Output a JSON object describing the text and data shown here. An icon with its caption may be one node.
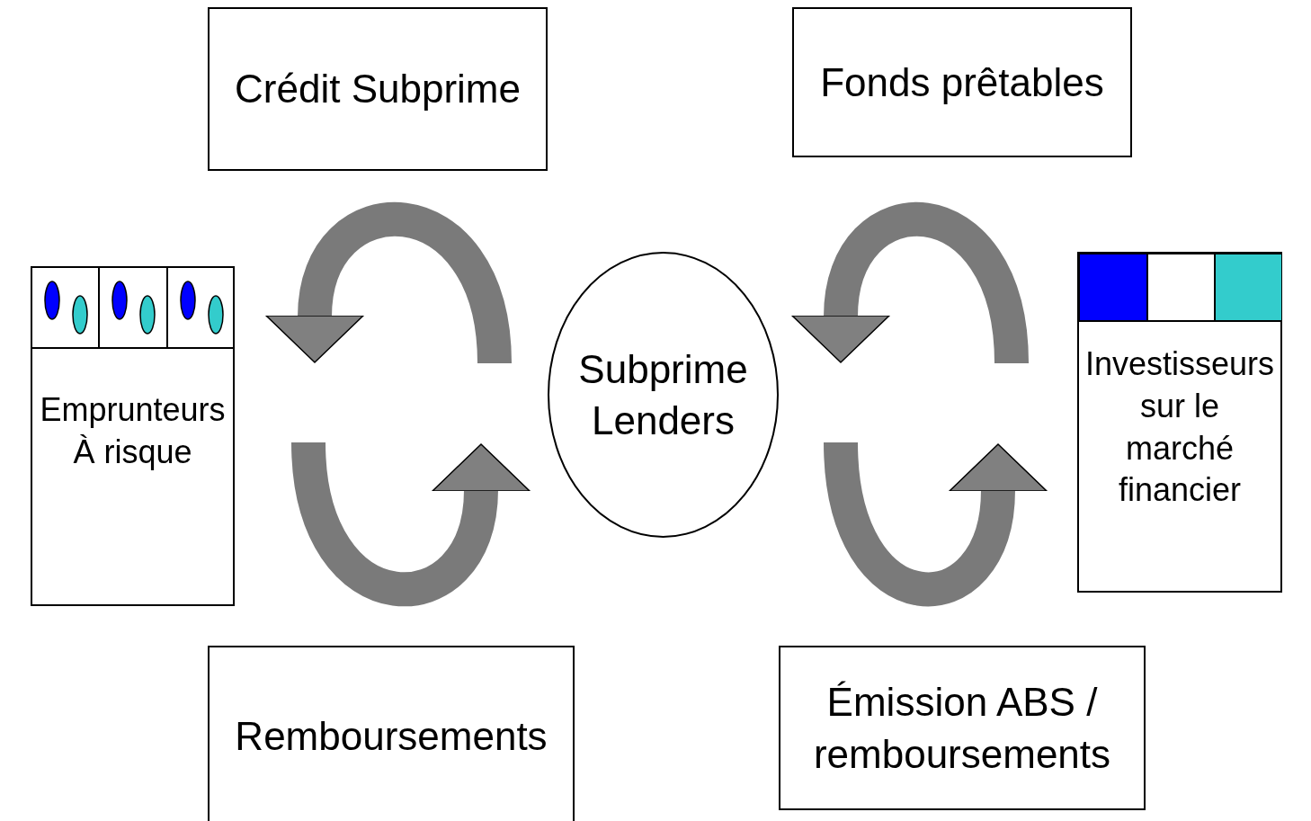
{
  "diagram": {
    "nodes": [
      {
        "text": [
          "Crédit Subprime"
        ]
      },
      {
        "text": [
          "Fonds prêtables"
        ]
      },
      {
        "text": [
          "Emprunteurs À risque"
        ]
      },
      {
        "text": [
          "Subprime Lenders"
        ]
      },
      {
        "text": [
          "Investisseurs sur le marché financier"
        ]
      },
      {
        "text": [
          "Remboursements"
        ]
      },
      {
        "text": [
          "Émission ABS / remboursements"
        ]
      }
    ],
    "edges": [
      {
        "from": 3,
        "to": 2,
        "arrow": "to"
      },
      {
        "from": 2,
        "to": 3,
        "arrow": "to"
      },
      {
        "from": 4,
        "to": 3,
        "arrow": "to"
      },
      {
        "from": 3,
        "to": 4,
        "arrow": "to"
      }
    ]
  }
}
